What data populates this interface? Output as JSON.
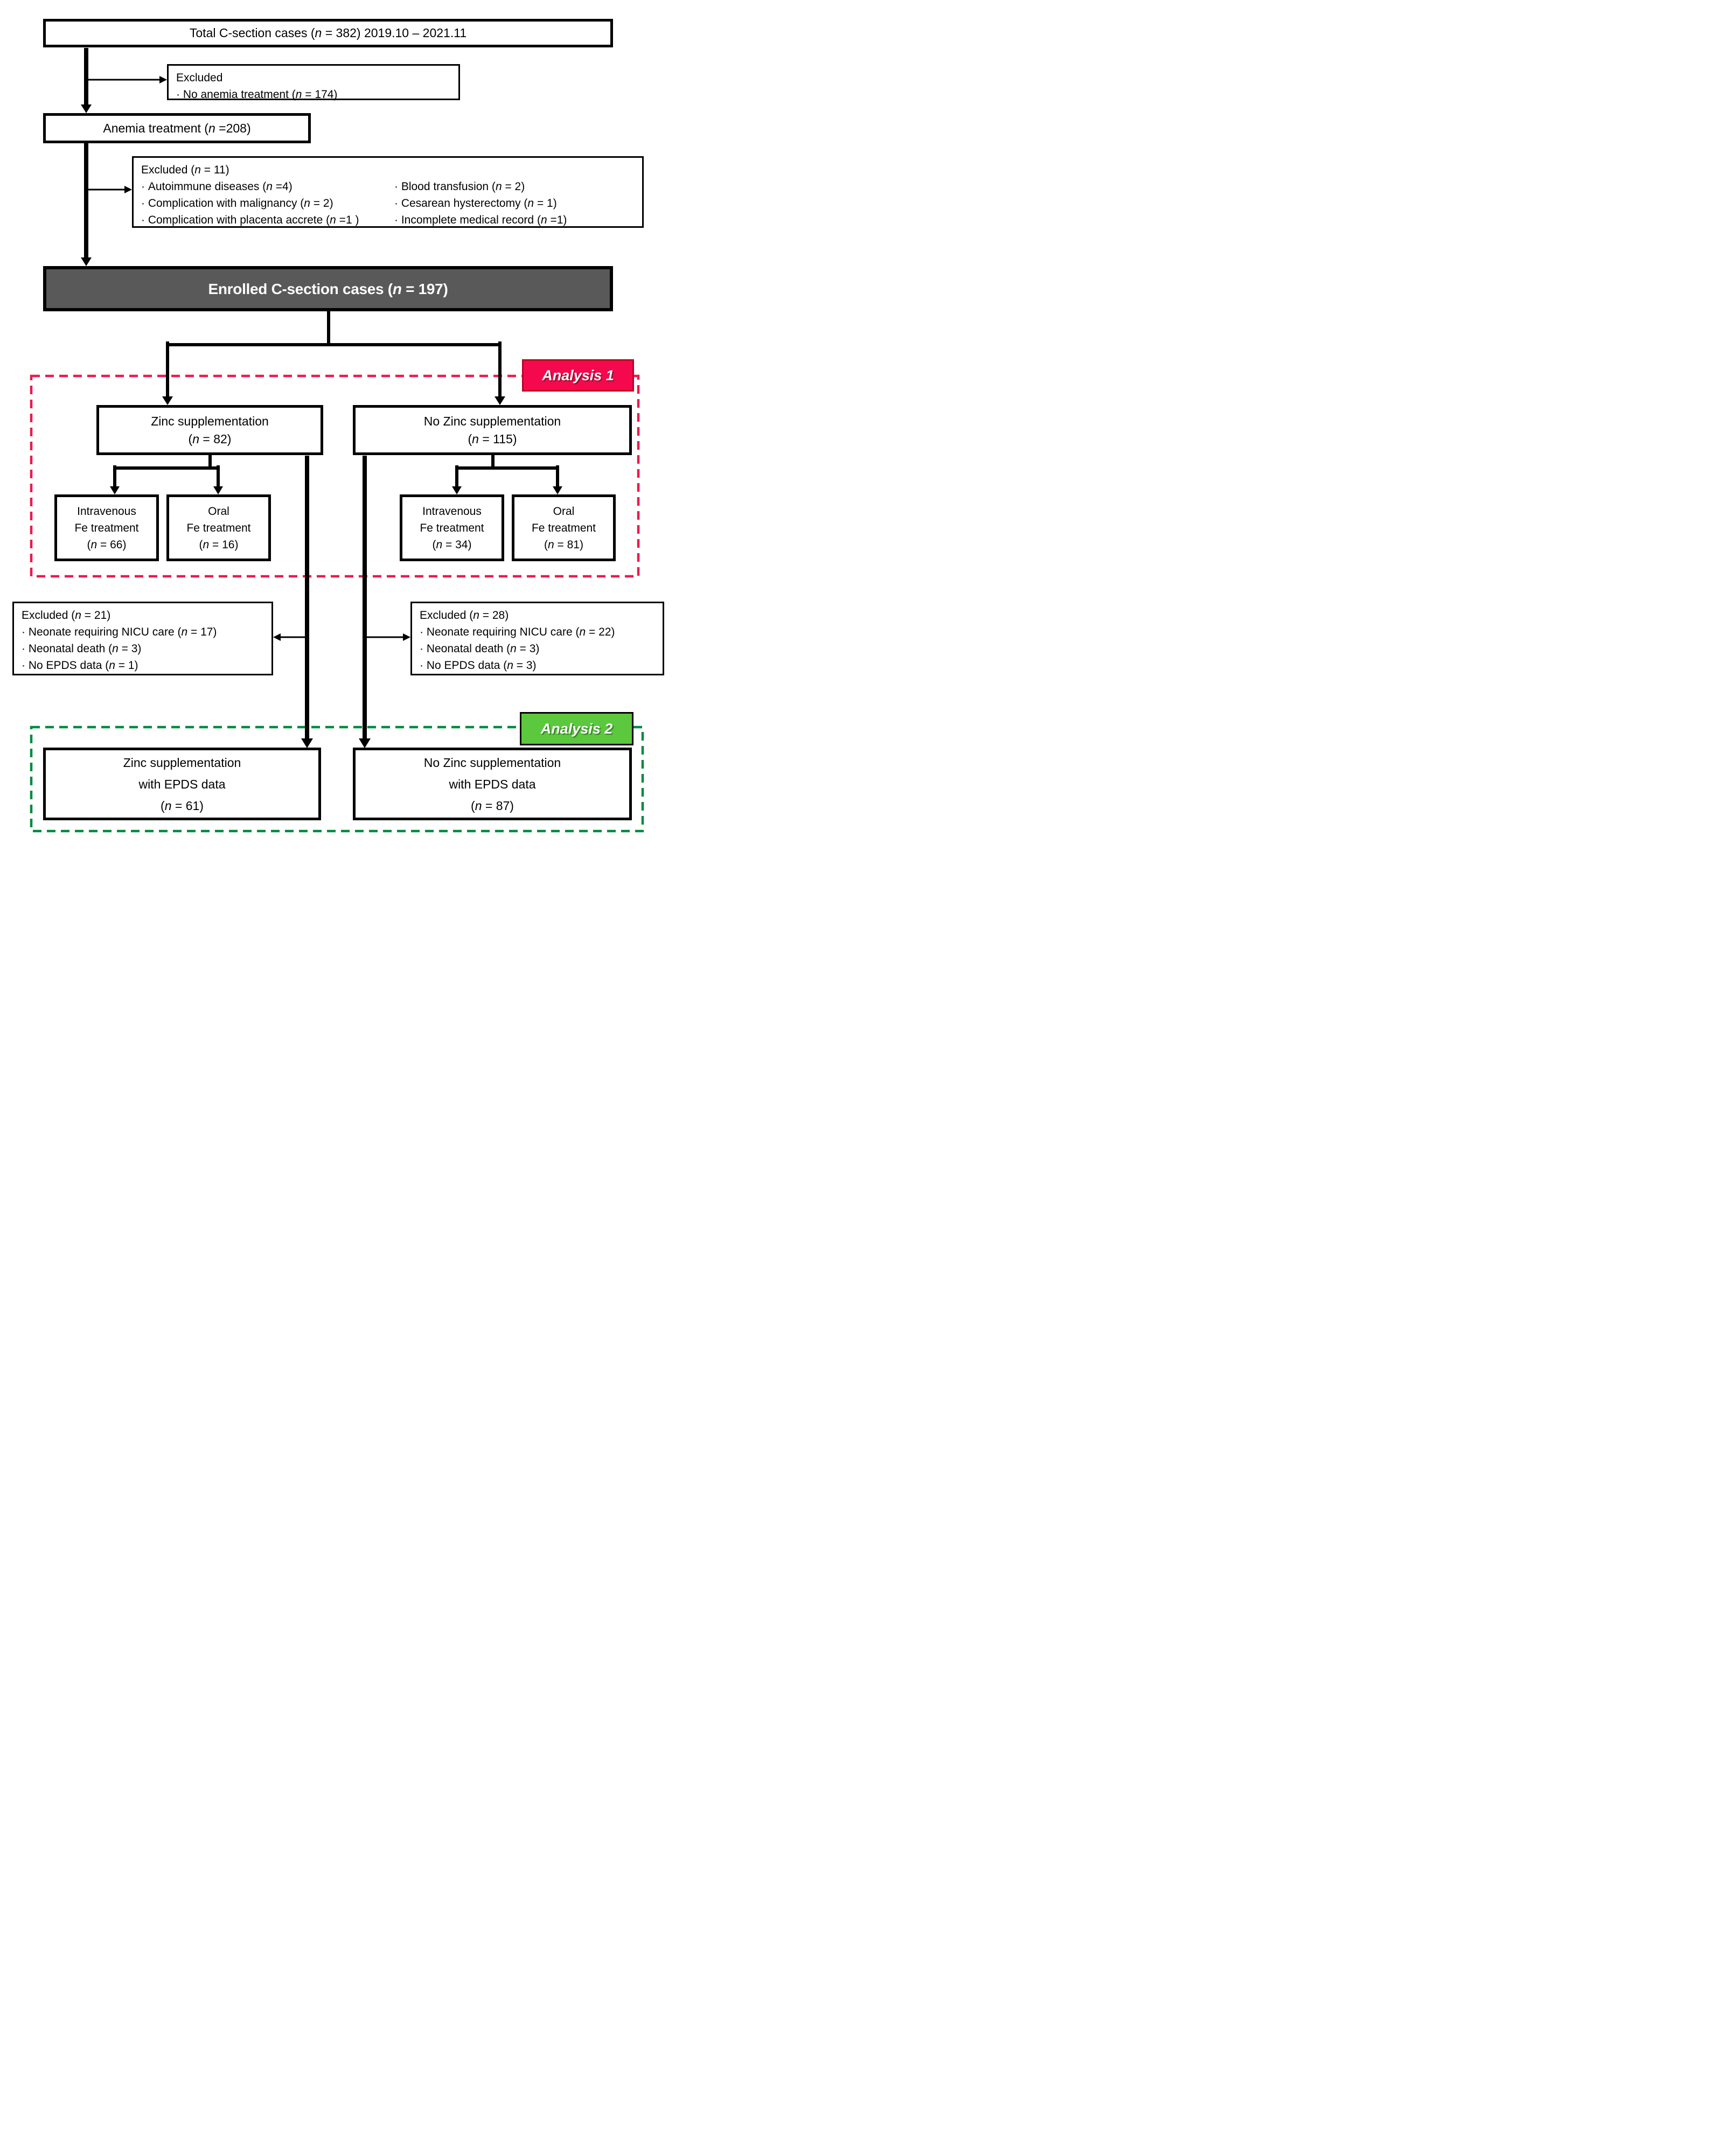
{
  "flow": {
    "total": "Total C-section cases (n = 382)  2019.10 – 2021.11",
    "anemia": "Anemia treatment (n =208)",
    "enrolled": "Enrolled C-section cases (n = 197)",
    "zinc": [
      "Zinc supplementation",
      "(n = 82)"
    ],
    "no_zinc": [
      "No Zinc supplementation",
      "(n = 115)"
    ],
    "iv_fe_zinc": [
      "Intravenous",
      "Fe treatment",
      "(n = 66)"
    ],
    "oral_fe_zinc": [
      "Oral",
      "Fe treatment",
      "(n = 16)"
    ],
    "iv_fe_no_zinc": [
      "Intravenous",
      "Fe treatment",
      "(n = 34)"
    ],
    "oral_fe_no_zinc": [
      "Oral",
      "Fe treatment",
      "(n = 81)"
    ],
    "zinc_epds": [
      "Zinc supplementation",
      "with EPDS data",
      "(n = 61)"
    ],
    "no_zinc_epds": [
      "No Zinc supplementation",
      "with EPDS data",
      "(n = 87)"
    ]
  },
  "exclusions": {
    "no_anemia": {
      "title": "Excluded",
      "items": [
        "No anemia treatment (n = 174)"
      ]
    },
    "pre_enrollment": {
      "title": "Excluded (n = 11)",
      "items_left": [
        "Autoimmune diseases (n =4)",
        "Complication with malignancy (n = 2)",
        "Complication with placenta accrete (n =1 )"
      ],
      "items_right": [
        "Blood transfusion (n = 2)",
        "Cesarean hysterectomy (n = 1)",
        "Incomplete medical record (n =1)"
      ]
    },
    "zinc_group": {
      "title": "Excluded (n = 21)",
      "items": [
        "Neonate requiring NICU care (n = 17)",
        "Neonatal death (n = 3)",
        "No EPDS data (n = 1)"
      ]
    },
    "no_zinc_group": {
      "title": "Excluded (n = 28)",
      "items": [
        "Neonate requiring NICU care (n = 22)",
        "Neonatal death (n = 3)",
        "No EPDS data (n = 3)"
      ]
    }
  },
  "labels": {
    "analysis1": "Analysis 1",
    "analysis2": "Analysis 2"
  },
  "colors": {
    "analysis1_bg": "#F5094E",
    "analysis1_border": "#C00023",
    "analysis1_dash": "#EC1A4F",
    "analysis2_bg": "#5BC83E",
    "analysis2_border": "#000000",
    "analysis2_dash": "#008B3F",
    "enrolled_bg": "#595959",
    "enrolled_text": "#FFFFFF",
    "line_color": "#000000"
  }
}
